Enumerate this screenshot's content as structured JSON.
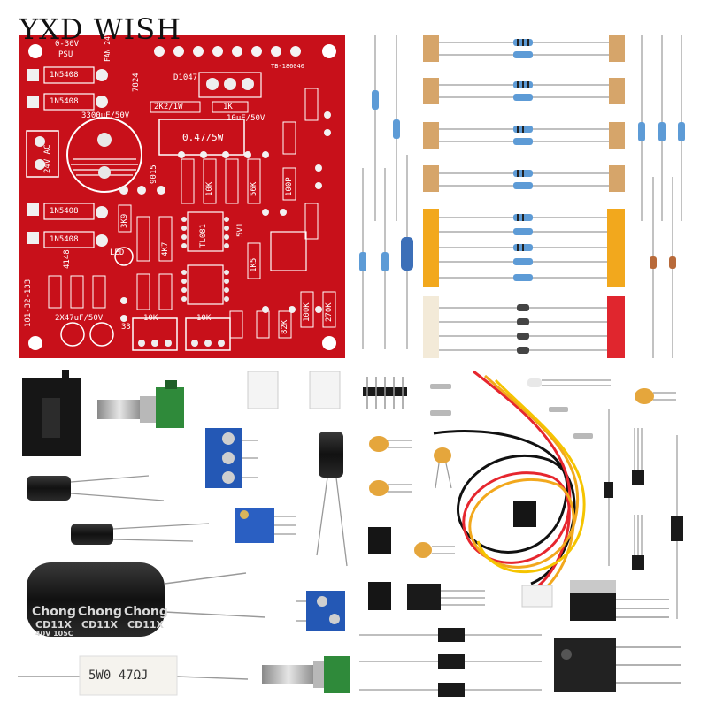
{
  "brand": {
    "watermark": "YXD WISH"
  },
  "pcb": {
    "power_label": "0-30V",
    "psu_label": "PSU",
    "fan_label": "FAN 24V",
    "diode_1": "1N5408",
    "diode_2": "1N5408",
    "diode_3": "1N5408",
    "diode_4": "1N5408",
    "display_label": "D1047",
    "reg_label": "7824",
    "cap_main": "3300uF/50V",
    "res_2k2": "2K2/1W",
    "res_1k": "1K",
    "cap_10uf": "10uF/50V",
    "shunt": "0.47/5W",
    "input_label": "24V AC",
    "trans_9015": "9015",
    "board_id": "TB-186040",
    "cap_47uf": "2X47uF/50V",
    "pot_10k_a": "10K",
    "pot_10k_b": "10K",
    "led_label": "LED",
    "date_code": "101-32-133",
    "chip_label": "TL081",
    "r_3k9": "3K9",
    "r_56k": "56K",
    "r_10k": "10K",
    "r_4k7": "4K7",
    "r_1k5": "1K5",
    "r_5v1": "5V1",
    "r_100p": "100P",
    "r_270k": "270K",
    "r_100k": "100K",
    "r_33": "33",
    "r_82k": "82K",
    "r_4148": "4148"
  },
  "parts": {
    "cap_brand": "Chong",
    "cap_series": "CD11X",
    "cap_spec": "40V 105C",
    "power_resistor": "5W0 47ΩJ"
  },
  "colors": {
    "pcb_red": "#c8101a",
    "board_text": "#ffffff",
    "tape_tan": "#d6a56a",
    "tape_orange": "#f2a81d",
    "tape_cream": "#f3ead8",
    "tape_red": "#e0262e",
    "terminal_blue": "#2458b5",
    "trimmer_blue": "#2a5fc2"
  }
}
